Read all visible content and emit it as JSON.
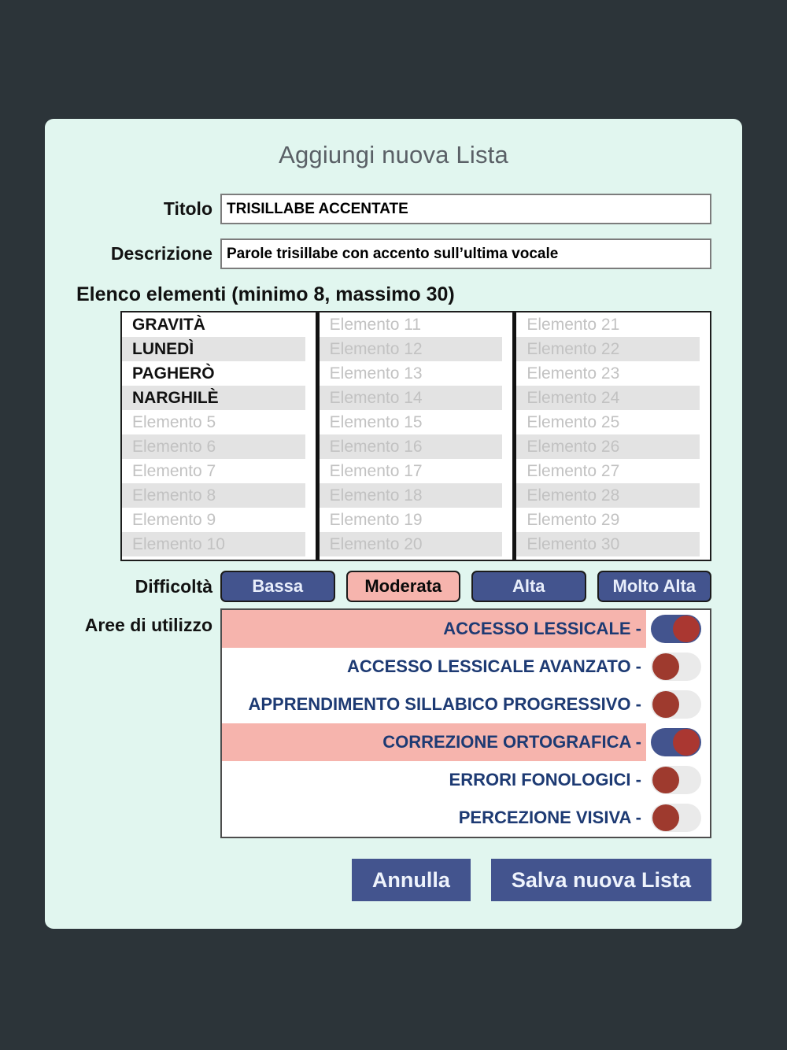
{
  "colors": {
    "page_background": "#2c3439",
    "panel_background": "#e1f6ef",
    "accent_blue": "#43548e",
    "accent_pink": "#f6b4ad",
    "label_navy": "#1d3a73",
    "toggle_knob": "#9e3a2e",
    "title_gray": "#5a6066"
  },
  "dialog": {
    "title": "Aggiungi nuova Lista",
    "fields": {
      "titolo": {
        "label": "Titolo",
        "value": "TRISILLABE ACCENTATE",
        "placeholder": "Titolo"
      },
      "descrizione": {
        "label": "Descrizione",
        "value": "Parole trisillabe con accento sull’ultima vocale",
        "placeholder": "Descrizione"
      }
    },
    "elenco": {
      "label": "Elenco elementi (minimo 8, massimo 30)",
      "columns": [
        [
          {
            "text": "GRAVITÀ",
            "filled": true
          },
          {
            "text": "LUNEDÌ",
            "filled": true
          },
          {
            "text": "PAGHERÒ",
            "filled": true
          },
          {
            "text": "NARGHILÈ",
            "filled": true
          },
          {
            "text": "Elemento 5",
            "filled": false
          },
          {
            "text": "Elemento 6",
            "filled": false
          },
          {
            "text": "Elemento 7",
            "filled": false
          },
          {
            "text": "Elemento 8",
            "filled": false
          },
          {
            "text": "Elemento 9",
            "filled": false
          },
          {
            "text": "Elemento 10",
            "filled": false
          }
        ],
        [
          {
            "text": "Elemento 11",
            "filled": false
          },
          {
            "text": "Elemento 12",
            "filled": false
          },
          {
            "text": "Elemento 13",
            "filled": false
          },
          {
            "text": "Elemento 14",
            "filled": false
          },
          {
            "text": "Elemento 15",
            "filled": false
          },
          {
            "text": "Elemento 16",
            "filled": false
          },
          {
            "text": "Elemento 17",
            "filled": false
          },
          {
            "text": "Elemento 18",
            "filled": false
          },
          {
            "text": "Elemento 19",
            "filled": false
          },
          {
            "text": "Elemento 20",
            "filled": false
          }
        ],
        [
          {
            "text": "Elemento 21",
            "filled": false
          },
          {
            "text": "Elemento 22",
            "filled": false
          },
          {
            "text": "Elemento 23",
            "filled": false
          },
          {
            "text": "Elemento 24",
            "filled": false
          },
          {
            "text": "Elemento 25",
            "filled": false
          },
          {
            "text": "Elemento 26",
            "filled": false
          },
          {
            "text": "Elemento 27",
            "filled": false
          },
          {
            "text": "Elemento 28",
            "filled": false
          },
          {
            "text": "Elemento 29",
            "filled": false
          },
          {
            "text": "Elemento 30",
            "filled": false
          }
        ]
      ]
    },
    "difficolta": {
      "label": "Difficoltà",
      "options": [
        {
          "label": "Bassa",
          "selected": false
        },
        {
          "label": "Moderata",
          "selected": true
        },
        {
          "label": "Alta",
          "selected": false
        },
        {
          "label": "Molto Alta",
          "selected": false
        }
      ]
    },
    "aree": {
      "label": "Aree di utilizzo",
      "items": [
        {
          "label": "ACCESSO LESSICALE -",
          "on": true
        },
        {
          "label": "ACCESSO LESSICALE AVANZATO -",
          "on": false
        },
        {
          "label": "APPRENDIMENTO SILLABICO PROGRESSIVO -",
          "on": false
        },
        {
          "label": "CORREZIONE ORTOGRAFICA -",
          "on": true
        },
        {
          "label": "ERRORI FONOLOGICI -",
          "on": false
        },
        {
          "label": "PERCEZIONE VISIVA -",
          "on": false
        }
      ]
    },
    "footer": {
      "cancel_label": "Annulla",
      "save_label": "Salva nuova Lista"
    }
  }
}
